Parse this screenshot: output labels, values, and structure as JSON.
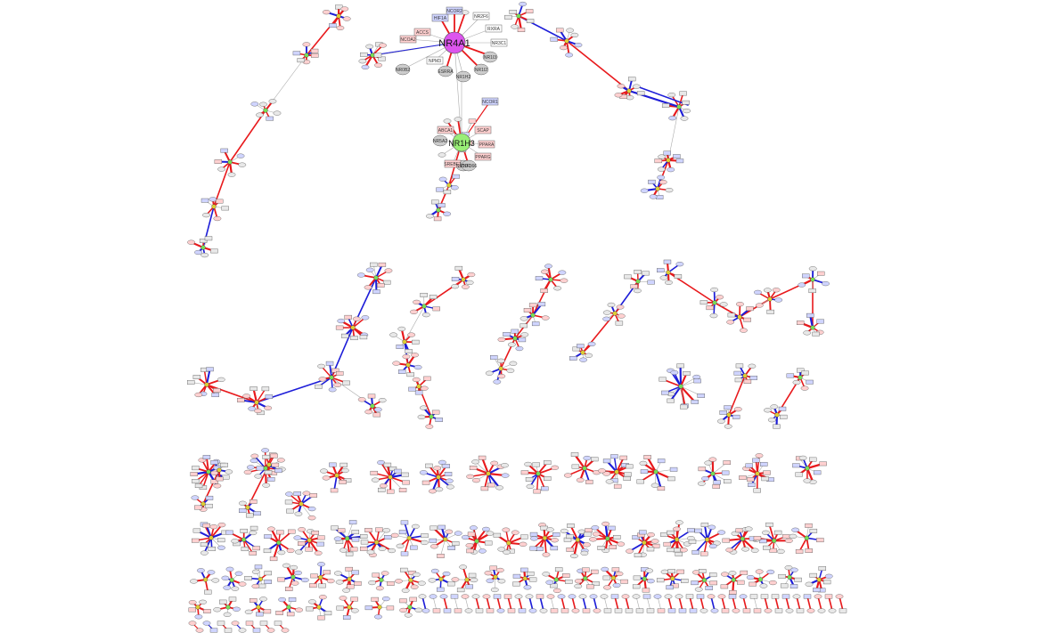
{
  "network": {
    "hubs": [
      {
        "label": "NR4A1",
        "color": "#dd55ee"
      },
      {
        "label": "NR1H3",
        "color": "#99ee77"
      }
    ],
    "labeled_nodes": [
      {
        "label": "NR0B2",
        "shape": "ellipse",
        "color": "#cccccc"
      },
      {
        "label": "NR1H2",
        "shape": "ellipse",
        "color": "#cccccc"
      },
      {
        "label": "NR1I2",
        "shape": "ellipse",
        "color": "#cccccc"
      },
      {
        "label": "NR1I3",
        "shape": "ellipse",
        "color": "#cccccc"
      },
      {
        "label": "NR1D1",
        "shape": "ellipse",
        "color": "#cccccc"
      },
      {
        "label": "NR5A2",
        "shape": "ellipse",
        "color": "#cccccc"
      },
      {
        "label": "RXRA",
        "shape": "rect",
        "color": "#ffffff"
      },
      {
        "label": "NPM3",
        "shape": "rect",
        "color": "#ffffff"
      },
      {
        "label": "NCOR1",
        "shape": "rect",
        "color": "#cfd4ff"
      },
      {
        "label": "NCOA2",
        "shape": "rect",
        "color": "#ffd0d0"
      },
      {
        "label": "ACCS",
        "shape": "rect",
        "color": "#ffd0d0"
      },
      {
        "label": "HIF1A",
        "shape": "rect",
        "color": "#cfd4ff"
      },
      {
        "label": "NCOR2",
        "shape": "rect",
        "color": "#cfd4ff"
      },
      {
        "label": "NR2F6",
        "shape": "rect",
        "color": "#ffffff"
      },
      {
        "label": "NR3C1",
        "shape": "rect",
        "color": "#ffffff"
      },
      {
        "label": "ESRRA",
        "shape": "ellipse",
        "color": "#cccccc"
      },
      {
        "label": "ZNF366",
        "shape": "ellipse",
        "color": "#cccccc"
      },
      {
        "label": "SCAP",
        "shape": "rect",
        "color": "#ffd0d0"
      },
      {
        "label": "PPARA",
        "shape": "rect",
        "color": "#ffd0d0"
      },
      {
        "label": "PPARG",
        "shape": "rect",
        "color": "#ffd0d0"
      },
      {
        "label": "SREBF1",
        "shape": "rect",
        "color": "#ffd0d0"
      },
      {
        "label": "ABCA1",
        "shape": "rect",
        "color": "#ffd0d0"
      }
    ],
    "edge_colors": {
      "positive": "#e8191c",
      "negative": "#1d1dd8",
      "neutral": "#aaaaaa"
    },
    "node_colors": {
      "up": "#ffd0d0",
      "down": "#cfd4ff",
      "neutral": "#e8e8e8",
      "hub_green": "#77dd55",
      "hub_magenta": "#dd55ee"
    }
  }
}
